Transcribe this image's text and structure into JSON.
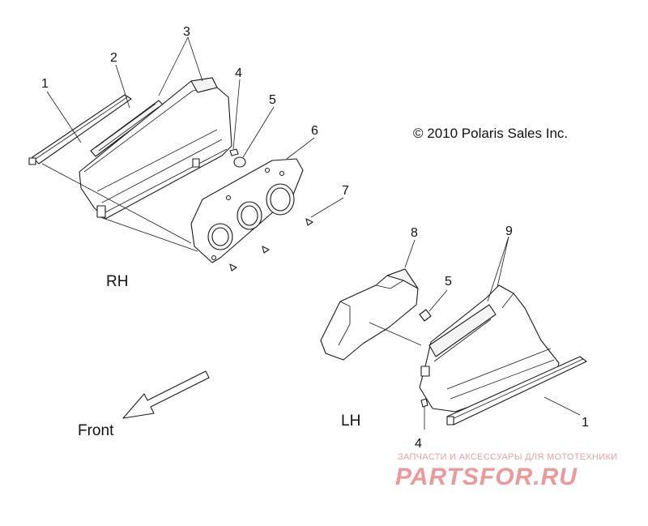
{
  "copyright": "© 2010 Polaris Sales Inc.",
  "side_labels": {
    "rh": "RH",
    "lh": "LH"
  },
  "direction_label": "Front",
  "callouts": {
    "rh_1": "1",
    "rh_2": "2",
    "rh_3": "3",
    "rh_4": "4",
    "rh_5": "5",
    "rh_6": "6",
    "rh_7": "7",
    "lh_8": "8",
    "lh_9": "9",
    "lh_5": "5",
    "lh_1": "1",
    "lh_4": "4"
  },
  "watermark": {
    "tagline": "ЗАПЧАСТИ И АКСЕССУАРЫ ДЛЯ МОТОТЕХНИКИ",
    "brand": "PARTSFOR.RU"
  }
}
